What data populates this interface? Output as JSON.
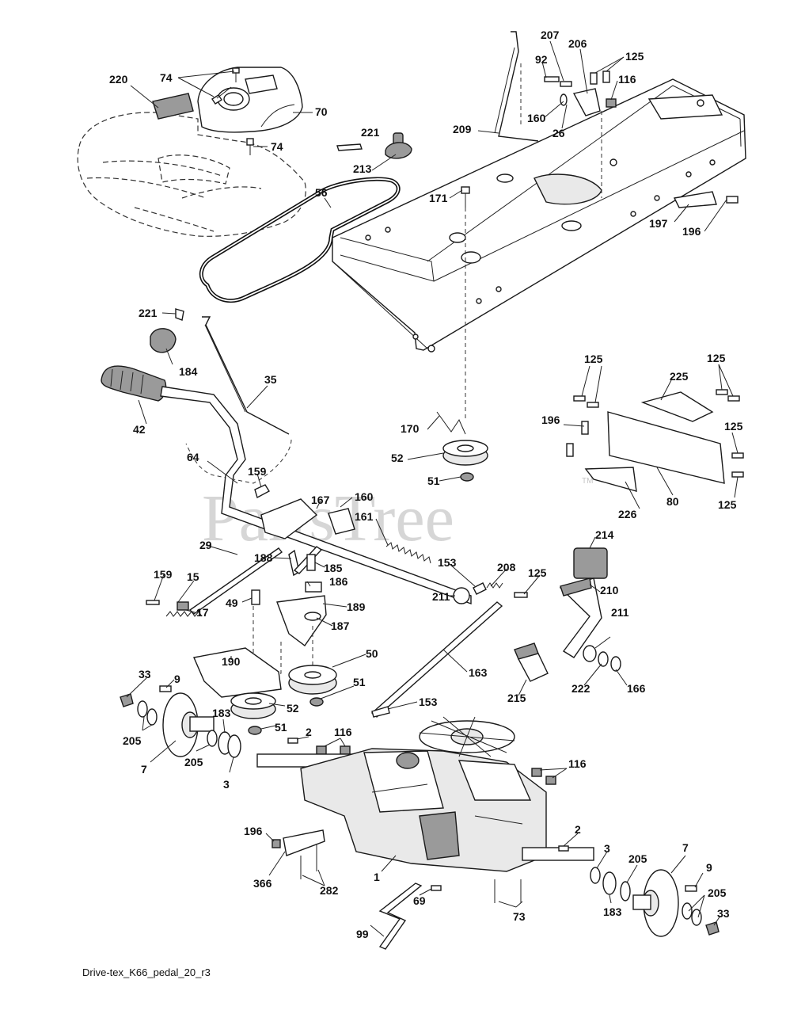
{
  "diagram": {
    "caption": "Drive-tex_K66_pedal_20_r3",
    "watermark": "PartsTree",
    "watermark_mark": "TM",
    "callouts": [
      {
        "key": "c220",
        "text": "220"
      },
      {
        "key": "c74a",
        "text": "74"
      },
      {
        "key": "c70",
        "text": "70"
      },
      {
        "key": "c74b",
        "text": "74"
      },
      {
        "key": "c221a",
        "text": "221"
      },
      {
        "key": "c213",
        "text": "213"
      },
      {
        "key": "c56",
        "text": "56"
      },
      {
        "key": "c207",
        "text": "207"
      },
      {
        "key": "c206",
        "text": "206"
      },
      {
        "key": "c125a",
        "text": "125"
      },
      {
        "key": "c92",
        "text": "92"
      },
      {
        "key": "c116a",
        "text": "116"
      },
      {
        "key": "c160a",
        "text": "160"
      },
      {
        "key": "c26",
        "text": "26"
      },
      {
        "key": "c209",
        "text": "209"
      },
      {
        "key": "c171",
        "text": "171"
      },
      {
        "key": "c197",
        "text": "197"
      },
      {
        "key": "c196a",
        "text": "196"
      },
      {
        "key": "c221b",
        "text": "221"
      },
      {
        "key": "c184",
        "text": "184"
      },
      {
        "key": "c35",
        "text": "35"
      },
      {
        "key": "c42",
        "text": "42"
      },
      {
        "key": "c125b",
        "text": "125"
      },
      {
        "key": "c125c",
        "text": "125"
      },
      {
        "key": "c225",
        "text": "225"
      },
      {
        "key": "c196b",
        "text": "196"
      },
      {
        "key": "c125d",
        "text": "125"
      },
      {
        "key": "c170",
        "text": "170"
      },
      {
        "key": "c52a",
        "text": "52"
      },
      {
        "key": "c51a",
        "text": "51"
      },
      {
        "key": "c64",
        "text": "64"
      },
      {
        "key": "c159a",
        "text": "159"
      },
      {
        "key": "c167",
        "text": "167"
      },
      {
        "key": "c160b",
        "text": "160"
      },
      {
        "key": "c161",
        "text": "161"
      },
      {
        "key": "c80",
        "text": "80"
      },
      {
        "key": "c125e",
        "text": "125"
      },
      {
        "key": "c226",
        "text": "226"
      },
      {
        "key": "c29",
        "text": "29"
      },
      {
        "key": "c214",
        "text": "214"
      },
      {
        "key": "c188",
        "text": "188"
      },
      {
        "key": "c185",
        "text": "185"
      },
      {
        "key": "c153a",
        "text": "153"
      },
      {
        "key": "c208",
        "text": "208"
      },
      {
        "key": "c125f",
        "text": "125"
      },
      {
        "key": "c159b",
        "text": "159"
      },
      {
        "key": "c15",
        "text": "15"
      },
      {
        "key": "c186",
        "text": "186"
      },
      {
        "key": "c210",
        "text": "210"
      },
      {
        "key": "c49",
        "text": "49"
      },
      {
        "key": "c189",
        "text": "189"
      },
      {
        "key": "c211a",
        "text": "211"
      },
      {
        "key": "c17",
        "text": "17"
      },
      {
        "key": "c187",
        "text": "187"
      },
      {
        "key": "c211b",
        "text": "211"
      },
      {
        "key": "c190",
        "text": "190"
      },
      {
        "key": "c50",
        "text": "50"
      },
      {
        "key": "c33a",
        "text": "33"
      },
      {
        "key": "c9a",
        "text": "9"
      },
      {
        "key": "c163",
        "text": "163"
      },
      {
        "key": "c51b",
        "text": "51"
      },
      {
        "key": "c222",
        "text": "222"
      },
      {
        "key": "c166",
        "text": "166"
      },
      {
        "key": "c215",
        "text": "215"
      },
      {
        "key": "c52b",
        "text": "52"
      },
      {
        "key": "c153b",
        "text": "153"
      },
      {
        "key": "c183a",
        "text": "183"
      },
      {
        "key": "c205a",
        "text": "205"
      },
      {
        "key": "c51c",
        "text": "51"
      },
      {
        "key": "c2a",
        "text": "2"
      },
      {
        "key": "c116b",
        "text": "116"
      },
      {
        "key": "c7a",
        "text": "7"
      },
      {
        "key": "c205b",
        "text": "205"
      },
      {
        "key": "c3a",
        "text": "3"
      },
      {
        "key": "c116c",
        "text": "116"
      },
      {
        "key": "c196c",
        "text": "196"
      },
      {
        "key": "c2b",
        "text": "2"
      },
      {
        "key": "c3b",
        "text": "3"
      },
      {
        "key": "c205c",
        "text": "205"
      },
      {
        "key": "c7b",
        "text": "7"
      },
      {
        "key": "c9b",
        "text": "9"
      },
      {
        "key": "c366",
        "text": "366"
      },
      {
        "key": "c282",
        "text": "282"
      },
      {
        "key": "c1",
        "text": "1"
      },
      {
        "key": "c205d",
        "text": "205"
      },
      {
        "key": "c33b",
        "text": "33"
      },
      {
        "key": "c69",
        "text": "69"
      },
      {
        "key": "c183b",
        "text": "183"
      },
      {
        "key": "c73",
        "text": "73"
      },
      {
        "key": "c99",
        "text": "99"
      }
    ]
  }
}
